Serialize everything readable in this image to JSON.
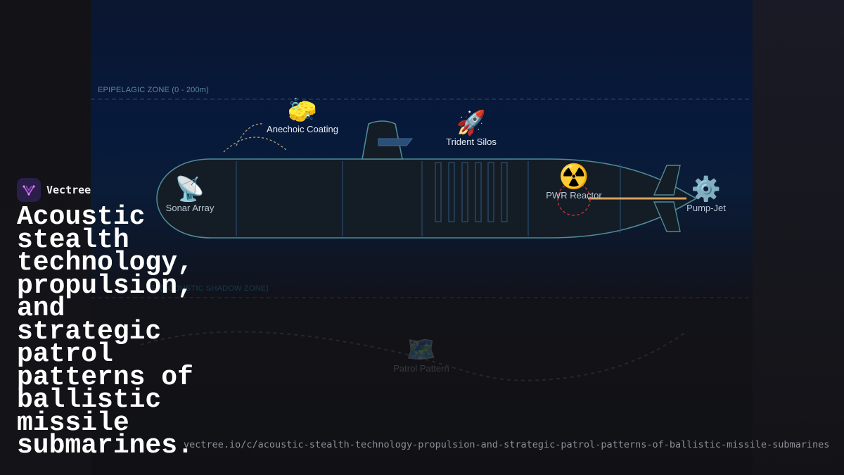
{
  "brand": {
    "name": "Vectree",
    "logo_icon": "vectree-logo-icon",
    "logo_color": "#c05ce0"
  },
  "headline": "Acoustic stealth technology, propulsion, and strategic patrol patterns of ballistic missile submarines.",
  "url": "vectree.io/c/acoustic-stealth-technology-propulsion-and-strategic-patrol-patterns-of-ballistic-missile-submarines",
  "zones": {
    "top": "EPIPELAGIC ZONE (0 - 200m)",
    "bottom": "R (ACOUSTIC SHADOW ZONE)"
  },
  "components": {
    "anechoic": {
      "icon": "🧽",
      "icon_name": "sponge-icon",
      "label": "Anechoic Coating"
    },
    "trident": {
      "icon": "🚀",
      "icon_name": "rocket-icon",
      "label": "Trident Silos"
    },
    "sonar": {
      "icon": "📡",
      "icon_name": "satellite-dish-icon",
      "label": "Sonar Array"
    },
    "reactor": {
      "icon": "☢️",
      "icon_name": "radioactive-icon",
      "label": "PWR Reactor"
    },
    "pumpjet": {
      "icon": "⚙️",
      "icon_name": "gear-icon",
      "label": "Pump-Jet"
    },
    "patrol": {
      "icon": "🗺️",
      "icon_name": "map-icon",
      "label": "Patrol Pattern"
    }
  },
  "colors": {
    "hull_stroke": "#4f8a96",
    "shaft": "#d9a15a",
    "reactor_ring": "#c2393f",
    "coating_arc": "#b5a07a"
  }
}
